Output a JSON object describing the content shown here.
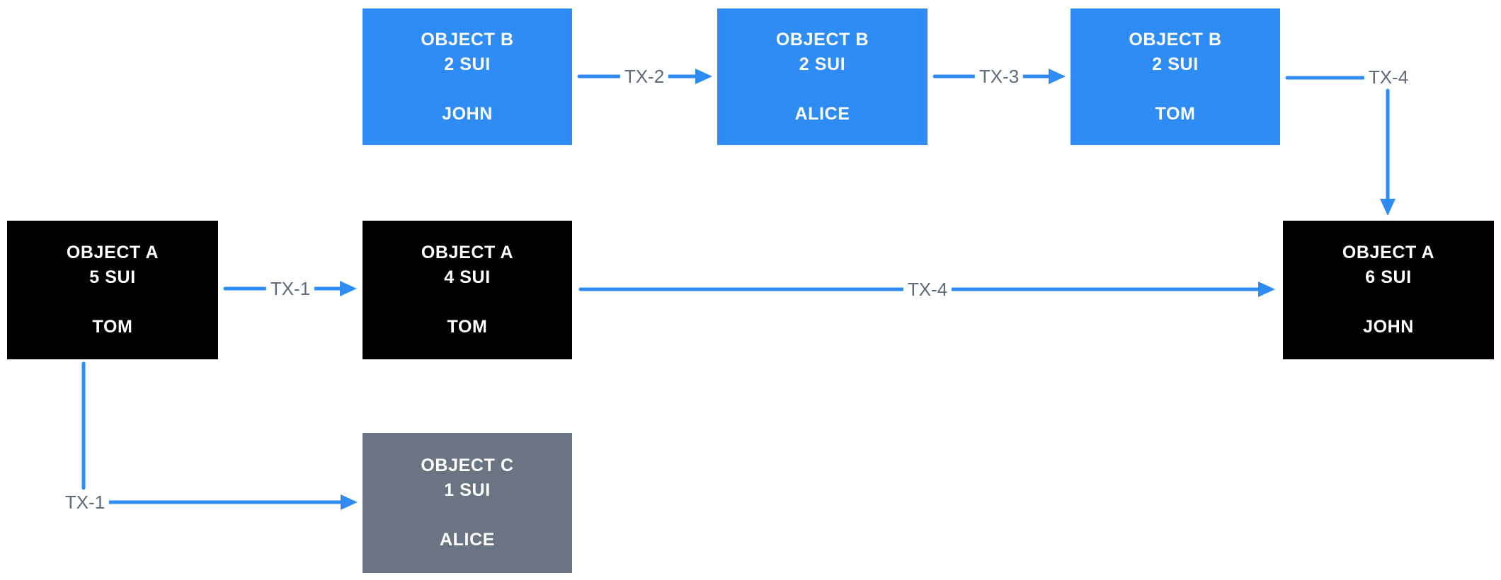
{
  "colors": {
    "background": "#ffffff",
    "box_blue": "#2e8cf4",
    "box_black": "#000000",
    "box_gray": "#6b7482",
    "box_text": "#ffffff",
    "arrow": "#2e8cf4",
    "label_text": "#5f6b7a"
  },
  "boxes": {
    "b_john": {
      "title": "OBJECT B",
      "amount": "2 SUI",
      "owner": "JOHN"
    },
    "b_alice": {
      "title": "OBJECT B",
      "amount": "2 SUI",
      "owner": "ALICE"
    },
    "b_tom": {
      "title": "OBJECT B",
      "amount": "2 SUI",
      "owner": "TOM"
    },
    "a_tom_5": {
      "title": "OBJECT A",
      "amount": "5 SUI",
      "owner": "TOM"
    },
    "a_tom_4": {
      "title": "OBJECT A",
      "amount": "4 SUI",
      "owner": "TOM"
    },
    "a_john_6": {
      "title": "OBJECT A",
      "amount": "6 SUI",
      "owner": "JOHN"
    },
    "c_alice": {
      "title": "OBJECT C",
      "amount": "1 SUI",
      "owner": "ALICE"
    }
  },
  "transactions": {
    "tx1_mid": "TX-1",
    "tx1_bottom": "TX-1",
    "tx2": "TX-2",
    "tx3": "TX-3",
    "tx4_top": "TX-4",
    "tx4_long": "TX-4"
  }
}
